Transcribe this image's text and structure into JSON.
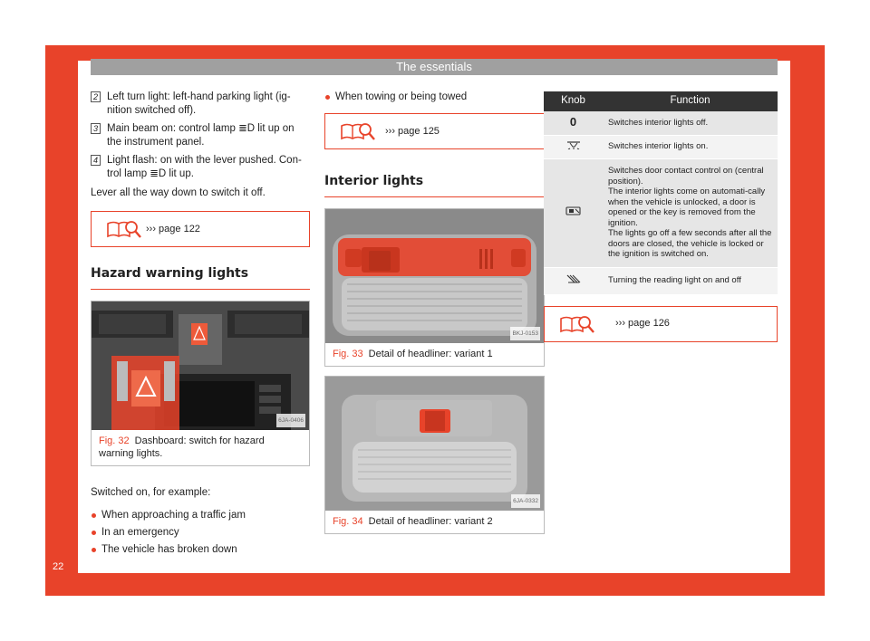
{
  "header": {
    "title": "The essentials"
  },
  "page_number": "22",
  "left_column": {
    "items": [
      {
        "num": "2",
        "text": "Left turn light: left-hand parking light (ig-nition switched off)."
      },
      {
        "num": "3",
        "text": "Main beam on: control lamp ≣D lit up on the instrument panel."
      },
      {
        "num": "4",
        "text": "Light flash: on with the lever pushed. Con-trol lamp ≣D lit up."
      }
    ],
    "plain_text": "Lever all the way down to switch it off.",
    "ref": "››› page 122",
    "section_title": "Hazard warning lights",
    "figure": {
      "number": "Fig. 32",
      "caption": "Dashboard: switch for hazard warning lights.",
      "code": "6JA-0406"
    },
    "intro": "Switched on, for example:",
    "bullets": [
      "When approaching a traffic jam",
      "In an emergency",
      "The vehicle has broken down"
    ]
  },
  "middle_column": {
    "bullet": "When towing or being towed",
    "ref": "››› page 125",
    "section_title": "Interior lights",
    "figure1": {
      "number": "Fig. 33",
      "caption": "Detail of headliner: variant 1",
      "code": "BKJ-0153"
    },
    "figure2": {
      "number": "Fig. 34",
      "caption": "Detail of headliner: variant 2",
      "code": "6JA-0332"
    }
  },
  "right_column": {
    "table_headers": {
      "knob": "Knob",
      "function": "Function"
    },
    "rows": [
      {
        "icon": "zero-off-icon",
        "text": "Switches interior lights off."
      },
      {
        "icon": "interior-light-icon",
        "text": "Switches interior lights on."
      },
      {
        "icon": "door-contact-icon",
        "text": "Switches door contact control on (central position).\nThe interior lights come on automati-cally when the vehicle is unlocked, a door is opened or the key is removed from the ignition.\nThe lights go off a few seconds after all the doors are closed, the vehicle is locked or the ignition is switched on."
      },
      {
        "icon": "reading-light-icon",
        "text": "Turning the reading light on and off"
      }
    ],
    "ref": "››› page 126"
  },
  "colors": {
    "accent": "#e8432a",
    "header_gray": "#a0a0a0",
    "table_header": "#333333"
  }
}
